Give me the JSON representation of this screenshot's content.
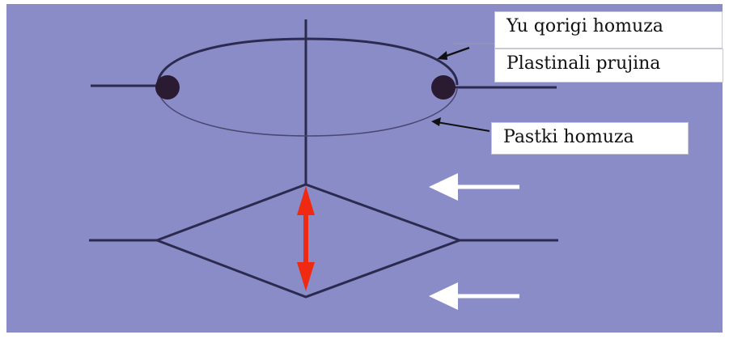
{
  "labels": {
    "upper_clamp": "Yu qorigi homuza",
    "leaf_spring": "Plastinali prujina",
    "lower_clamp": "Pastki homuza"
  },
  "colors": {
    "background": "#8a8cc8",
    "lines": "#2c2a4e",
    "pivot_dots": "#2a1a32",
    "red_arrow": "#f02a10",
    "white_arrows": "#ffffff"
  }
}
